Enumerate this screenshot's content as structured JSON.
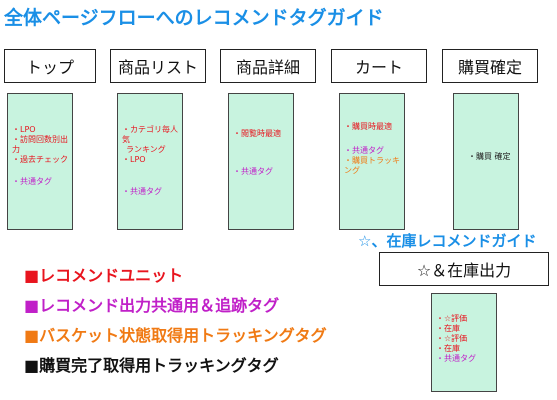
{
  "title": "全体ページフローへのレコメンドタグガイド",
  "stages": [
    {
      "label": "トップ"
    },
    {
      "label": "商品リスト"
    },
    {
      "label": "商品詳細"
    },
    {
      "label": "カート"
    },
    {
      "label": "購買確定"
    }
  ],
  "pages": {
    "top": {
      "l1": "・LPO",
      "l2": "・訪問回数別出力",
      "l3": "・過去チェック",
      "tag": "・共通タグ"
    },
    "list": {
      "l1": "・カテゴリ毎人気",
      "l2": "ランキング",
      "l3": "・LPO",
      "tag": "・共通タグ"
    },
    "detail": {
      "l1": "・閲覧時最適",
      "tag": "・共通タグ"
    },
    "cart": {
      "l1": "・購買時最適",
      "tag": "・共通タグ",
      "tracking": "・購買トラッキング"
    },
    "purchase": {
      "l1": "・購買 確定"
    }
  },
  "stock": {
    "title": "☆、在庫レコメンドガイド",
    "box_label": "☆＆在庫出力",
    "items": [
      "・☆評価",
      "・在庫",
      "・☆評価",
      "・在庫"
    ],
    "tag": "・共通タグ"
  },
  "legend": [
    {
      "text": "■レコメンドユニット",
      "color": "#e8141e"
    },
    {
      "text": "■レコメンド出力共通用＆追跡タグ",
      "color": "#c020c8"
    },
    {
      "text": "■バスケット状態取得用トラッキングタグ",
      "color": "#f07a14"
    },
    {
      "text": "■購買完了取得用トラッキングタグ",
      "color": "#111111"
    }
  ]
}
